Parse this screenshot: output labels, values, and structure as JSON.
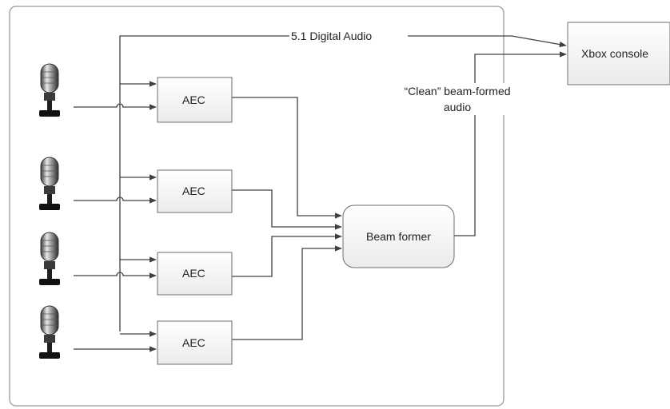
{
  "diagram": {
    "aec_blocks": [
      {
        "label": "AEC"
      },
      {
        "label": "AEC"
      },
      {
        "label": "AEC"
      },
      {
        "label": "AEC"
      }
    ],
    "beam_former": {
      "label": "Beam former"
    },
    "xbox_console": {
      "label": "Xbox console"
    },
    "digital_audio_label": "5.1 Digital Audio",
    "clean_audio_label": "“Clean” beam-formed audio",
    "microphones": [
      {
        "icon": "microphone-icon"
      },
      {
        "icon": "microphone-icon"
      },
      {
        "icon": "microphone-icon"
      },
      {
        "icon": "microphone-icon"
      }
    ],
    "colors": {
      "line": "#404040",
      "panel_border": "#9a9a9a",
      "box_fill_top": "#ffffff",
      "box_fill_bottom": "#ececec"
    }
  }
}
